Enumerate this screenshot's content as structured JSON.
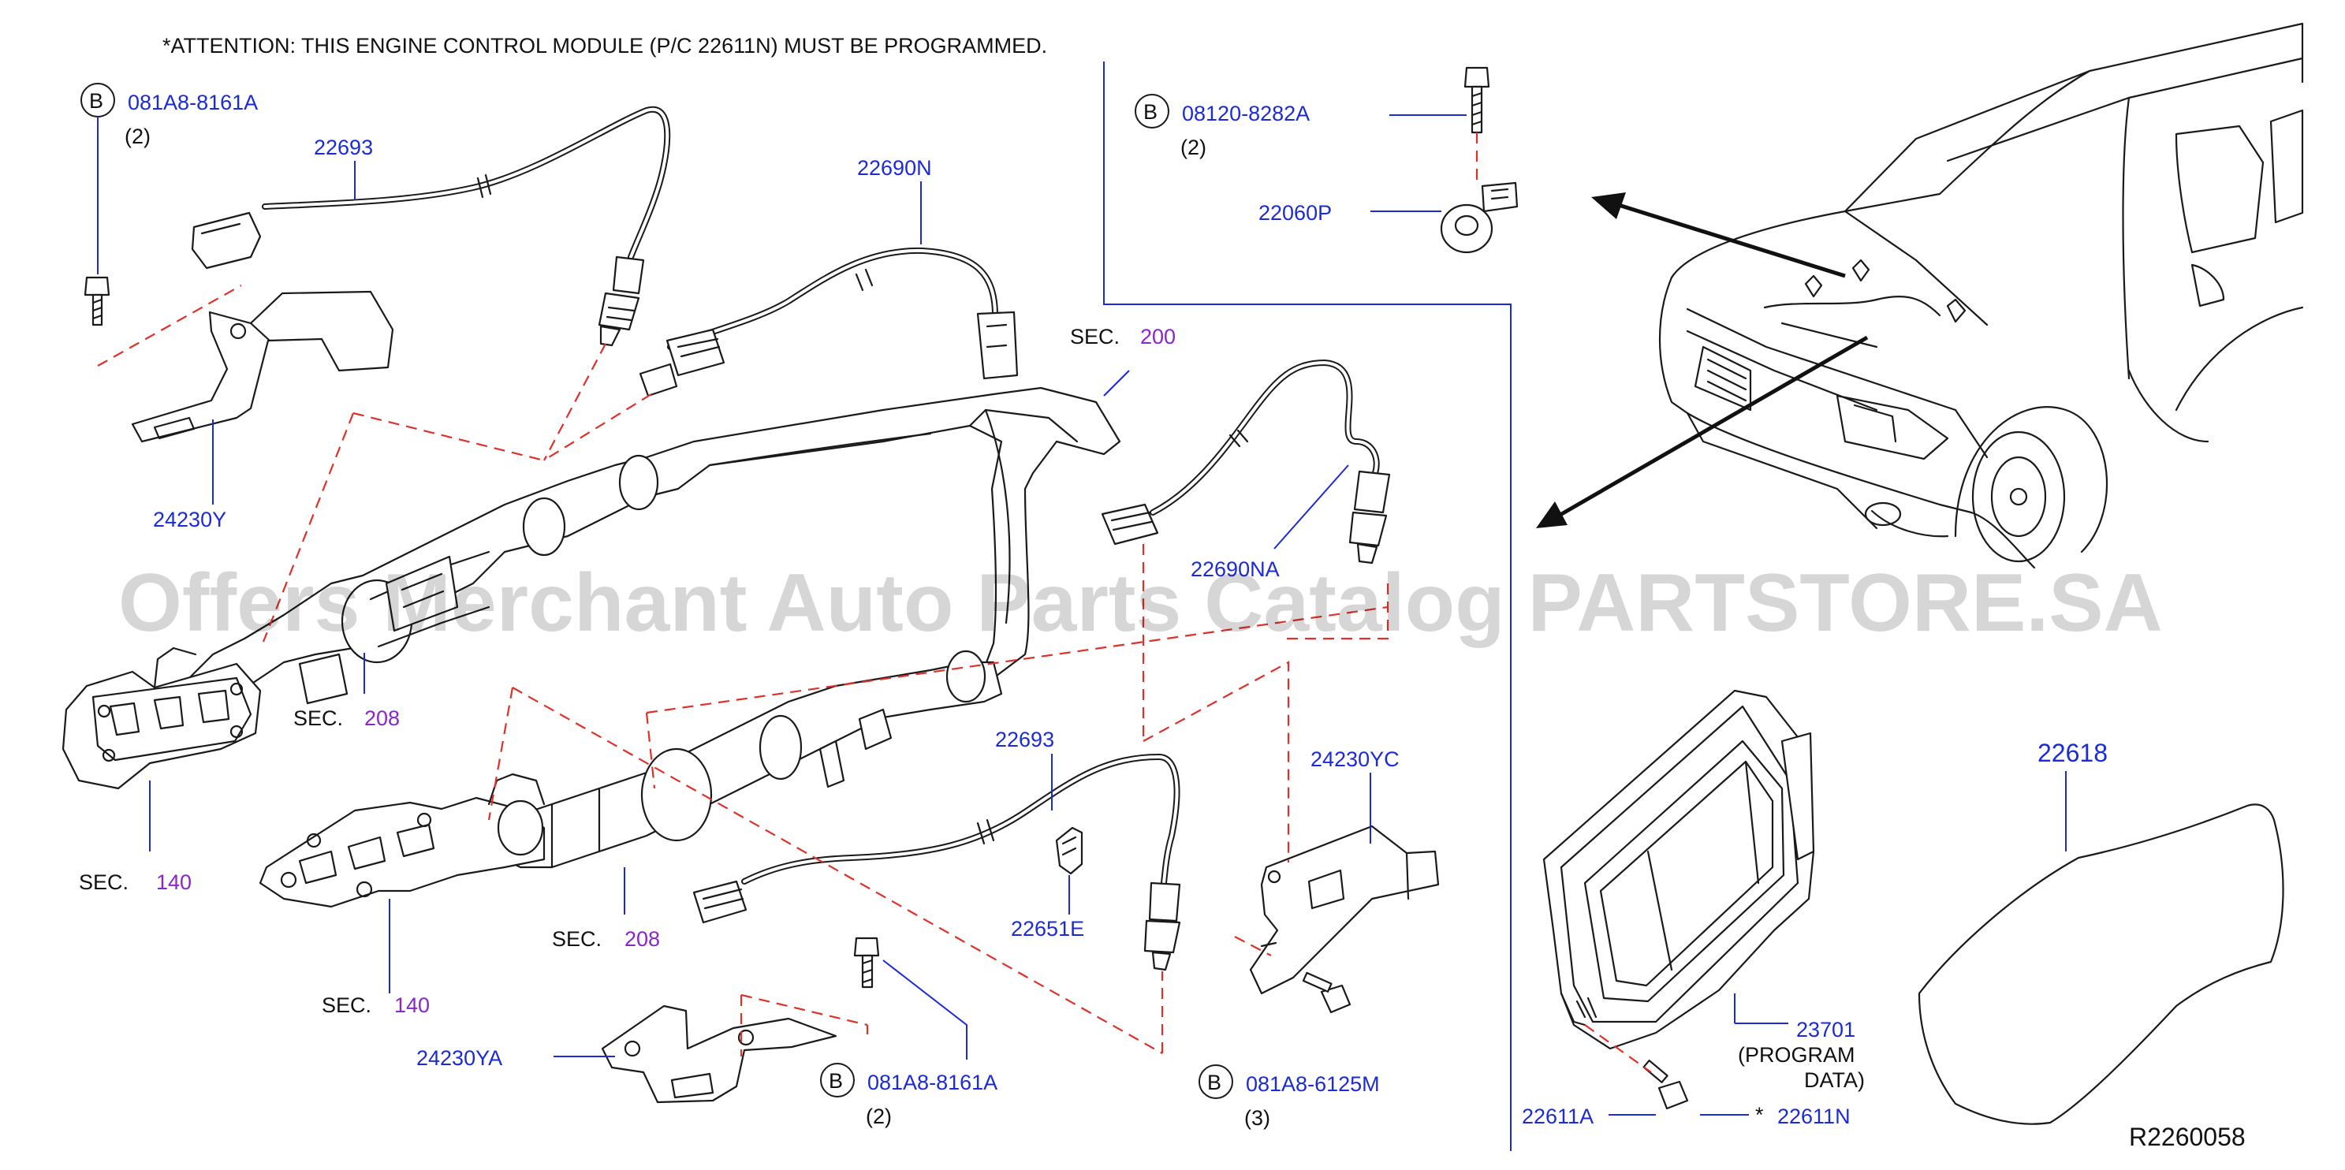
{
  "attention": "*ATTENTION:  THIS  ENGINE  CONTROL  MODULE  (P/C  22611N)  MUST  BE  PROGRAMMED.",
  "watermark": "Offers Merchant Auto Parts Catalog PARTSTORE.SA",
  "diagram_id": "R2260058",
  "bolt_marker": "B",
  "bolts": {
    "top_left": {
      "part": "081A8-8161A",
      "qty": "(2)"
    },
    "top_middle": {
      "part": "08120-8282A",
      "qty": "(2)"
    },
    "bottom_middle": {
      "part": "081A8-8161A",
      "qty": "(2)"
    },
    "bottom_right": {
      "part": "081A8-6125M",
      "qty": "(3)"
    }
  },
  "parts": {
    "p22693_top": "22693",
    "p22690N": "22690N",
    "p22060P": "22060P",
    "p24230Y": "24230Y",
    "p22690NA": "22690NA",
    "p22693_bottom": "22693",
    "p24230YC": "24230YC",
    "p22651E": "22651E",
    "p24230YA": "24230YA",
    "p22618": "22618",
    "p23701": "23701",
    "p23701_note1": "(PROGRAM",
    "p23701_note2": "DATA)",
    "p22611A": "22611A",
    "p22611N_star": "*",
    "p22611N": "22611N"
  },
  "sections": {
    "sec_label": "SEC.",
    "s200": "200",
    "s208_upper": "208",
    "s140_left": "140",
    "s208_lower": "208",
    "s140_lower": "140"
  },
  "colors": {
    "part_label": "#1c2bd8",
    "section_number": "#8a27c9",
    "dashed_leader": "#e0302a",
    "line_art": "#1a1a1a"
  }
}
